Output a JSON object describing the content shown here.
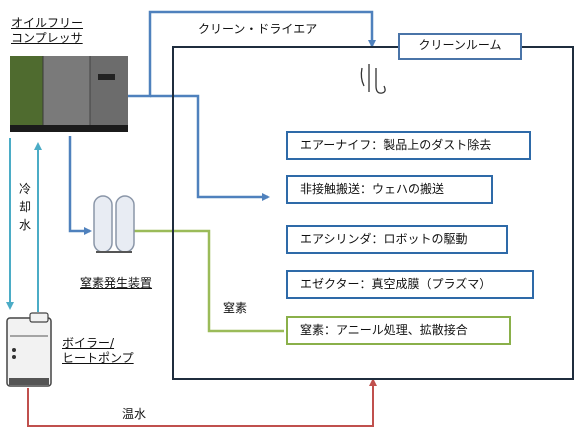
{
  "compressor": {
    "label_line1": "オイルフリー",
    "label_line2": "コンプレッサ"
  },
  "flows": {
    "clean_dry_air": "クリーン・ドライエア",
    "cooling_water_1": "冷",
    "cooling_water_2": "却",
    "cooling_water_3": "水",
    "nitrogen": "窒素",
    "hot_water": "温水"
  },
  "nitrogen_generator": {
    "label": "窒素発生装置"
  },
  "boiler": {
    "label_line1": "ボイラー/",
    "label_line2": "ヒートポンプ"
  },
  "clean_room": {
    "title": "クリーンルーム",
    "uses": [
      {
        "label": "エアーナイフ：製品上のダスト除去",
        "kind": "air"
      },
      {
        "label": "非接触搬送：ウェハの搬送",
        "kind": "air"
      },
      {
        "label": "エアシリンダ：ロボットの駆動",
        "kind": "air"
      },
      {
        "label": "エゼクター：真空成膜（プラズマ）",
        "kind": "air"
      },
      {
        "label": "窒素：アニール処理、拡散接合",
        "kind": "nitrogen"
      }
    ]
  },
  "colors": {
    "air": "#4f81bd",
    "cooling_water": "#4bacc6",
    "nitrogen": "#9bbb59",
    "hot_water": "#c0504d"
  }
}
